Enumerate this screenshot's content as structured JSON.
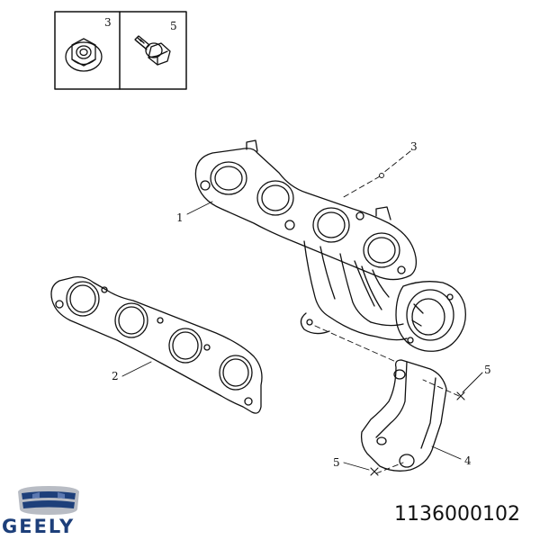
{
  "callouts": {
    "inset_nut": "3",
    "inset_bolt": "5",
    "manifold_nut": "3",
    "manifold": "1",
    "gasket": "2",
    "bolt_upper": "5",
    "bracket": "4",
    "bolt_lower": "5"
  },
  "brand": {
    "name": "GEELY",
    "logo_icon": "geely-emblem-icon",
    "colors": {
      "blue": "#1d3f7a",
      "silver": "#b8bcc4"
    }
  },
  "part_number": "1136000102"
}
